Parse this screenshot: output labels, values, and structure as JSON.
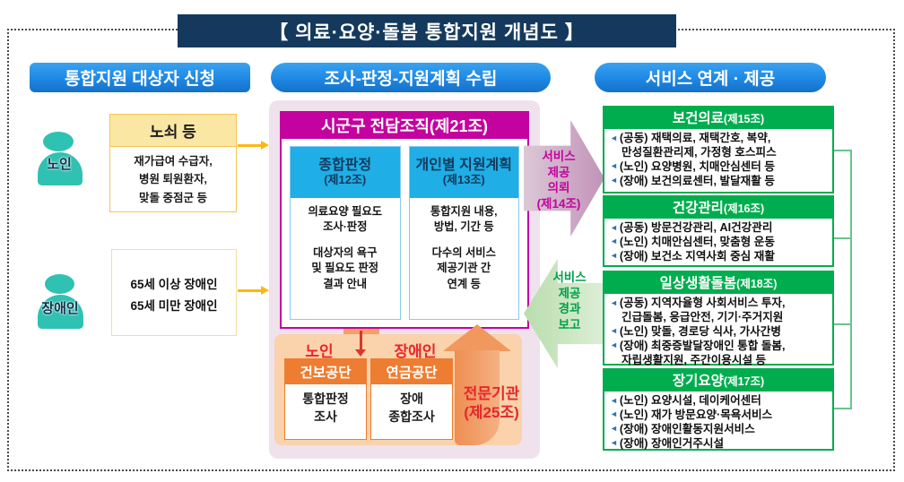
{
  "title": "【 의료·요양·돌봄 통합지원 개념도 】",
  "colors": {
    "title_navy": "#14395D",
    "pill_blue": "#1E88E5",
    "magenta": "#C4029F",
    "cyan": "#1FAEE5",
    "green": "#00AD4E",
    "orange": "#ED7D31",
    "peach": "#FAD2AB",
    "red": "#E8262B",
    "gold": "#FFB612",
    "teal": "#2FC1B2",
    "mauve": "#C193B8",
    "light_green": "#B9DDAE"
  },
  "icons": {
    "bullet": "◄"
  },
  "left": {
    "header": "통합지원 대상자 신청",
    "elderly": {
      "label": "노인",
      "box_title": "노쇠 등",
      "box_lines": [
        "재가급여 수급자,",
        "병원 퇴원환자,",
        "맞돌 중점군 등"
      ]
    },
    "disabled": {
      "label": "장애인",
      "box_lines": [
        "65세 이상 장애인",
        "65세 미만 장애인"
      ]
    }
  },
  "middle": {
    "header": "조사-판정-지원계획 수립",
    "org": {
      "title": "시군구 전담조직(제21조)",
      "panels": [
        {
          "title": "종합판정",
          "law": "(제12조)",
          "lines": [
            "의료요양 필요도",
            "조사·판정",
            "",
            "대상자의 욕구",
            "및 필요도 판정",
            "결과 안내"
          ]
        },
        {
          "title": "개인별 지원계획",
          "law": "(제13조)",
          "lines": [
            "통합지원 내용,",
            "방법, 기간 등",
            "",
            "다수의 서비스",
            "제공기관 간",
            "연계 등"
          ]
        }
      ]
    },
    "bottom": {
      "elderly_label": "노인",
      "disabled_label": "장애인",
      "agencies": [
        {
          "title": "건보공단",
          "lines": [
            "통합판정",
            "조사"
          ]
        },
        {
          "title": "연금공단",
          "lines": [
            "장애",
            "종합조사"
          ]
        }
      ],
      "expert": {
        "name": "전문기관",
        "law": "(제25조)"
      }
    }
  },
  "flow": {
    "request": {
      "lines": [
        "서비스",
        "제공",
        "의뢰",
        "(제14조)"
      ]
    },
    "report": {
      "lines": [
        "서비스",
        "제공",
        "경과",
        "보고"
      ]
    }
  },
  "right": {
    "header": "서비스 연계 · 제공",
    "boxes": [
      {
        "title": "보건의료",
        "law": "(제15조)",
        "items": [
          {
            "t": "(공동) 재택의료, 재택간호, 복약,",
            "cont": false
          },
          {
            "t": "만성질환관리제, 가정형 호스피스",
            "cont": true
          },
          {
            "t": "(노인) 요양병원, 치매안심센터 등",
            "cont": false
          },
          {
            "t": "(장애) 보건의료센터, 발달재활 등",
            "cont": false
          }
        ]
      },
      {
        "title": "건강관리",
        "law": "(제16조)",
        "items": [
          {
            "t": "(공동) 방문건강관리, AI건강관리",
            "cont": false
          },
          {
            "t": "(노인) 치매안심센터, 맞춤형 운동",
            "cont": false
          },
          {
            "t": "(장애) 보건소 지역사회 중심 재활",
            "cont": false
          }
        ]
      },
      {
        "title": "일상생활돌봄",
        "law": "(제18조)",
        "items": [
          {
            "t": "(공동) 지역자율형 사회서비스 투자,",
            "cont": false
          },
          {
            "t": "긴급돌봄, 응급안전, 기기·주거지원",
            "cont": true
          },
          {
            "t": "(노인) 맞돌, 경로당 식사, 가사간병",
            "cont": false
          },
          {
            "t": "(장애) 최중증발달장애인 통합 돌봄,",
            "cont": false
          },
          {
            "t": "자립생활지원, 주간이용시설 등",
            "cont": true
          }
        ]
      },
      {
        "title": "장기요양",
        "law": "(제17조)",
        "items": [
          {
            "t": "(노인) 요양시설, 데이케어센터",
            "cont": false
          },
          {
            "t": "(노인) 재가 방문요양·목욕서비스",
            "cont": false
          },
          {
            "t": "(장애) 장애인활동지원서비스",
            "cont": false
          },
          {
            "t": "(장애) 장애인거주시설",
            "cont": false
          }
        ]
      }
    ]
  }
}
